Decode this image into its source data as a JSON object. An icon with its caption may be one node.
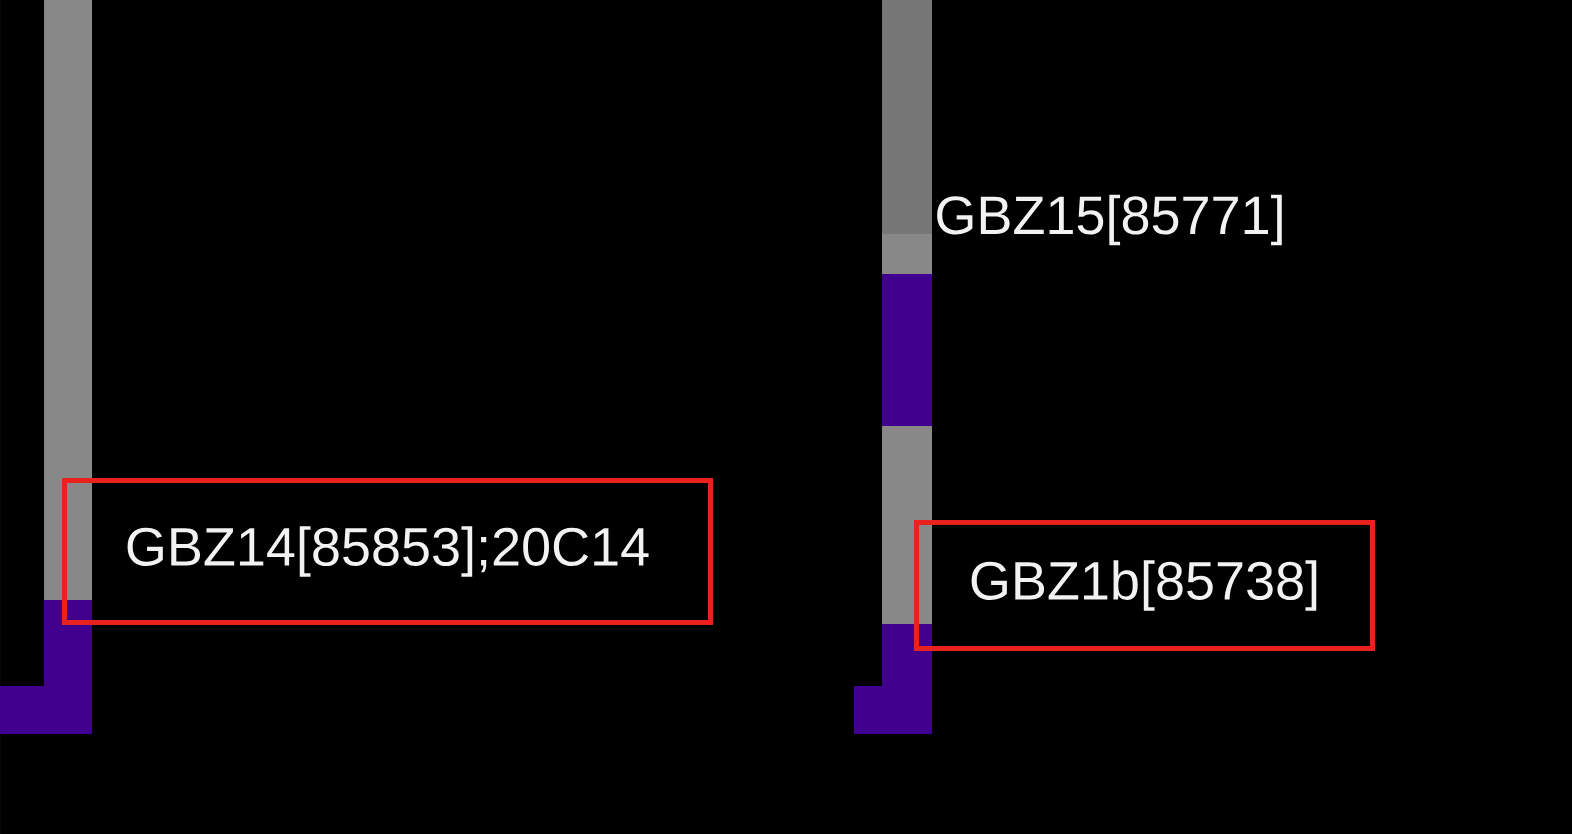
{
  "diagram": {
    "nodes": [
      {
        "text": [
          "GBZ14[85853];20C14"
        ]
      },
      {
        "text": [
          "GBZ1b[85738]"
        ]
      }
    ],
    "labels": [
      "GBZ15[85771]"
    ]
  }
}
